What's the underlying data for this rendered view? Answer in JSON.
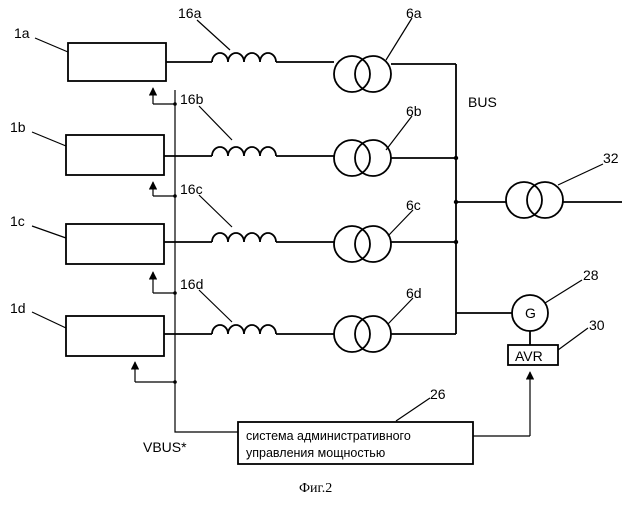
{
  "converters": [
    {
      "label": "1a",
      "inductor": "16a",
      "transformer": "6a"
    },
    {
      "label": "1b",
      "inductor": "16b",
      "transformer": "6b"
    },
    {
      "label": "1c",
      "inductor": "16c",
      "transformer": "6c"
    },
    {
      "label": "1d",
      "inductor": "16d",
      "transformer": "6d"
    }
  ],
  "bus_label": "BUS",
  "grid_transformer_label": "32",
  "generator": {
    "symbol": "G",
    "label": "28"
  },
  "avr": {
    "text": "AVR",
    "label": "30"
  },
  "controller": {
    "line1": "система административного",
    "line2": "управления мощностью",
    "label": "26"
  },
  "vbus_label": "VBUS*",
  "caption": "Фиг.2"
}
